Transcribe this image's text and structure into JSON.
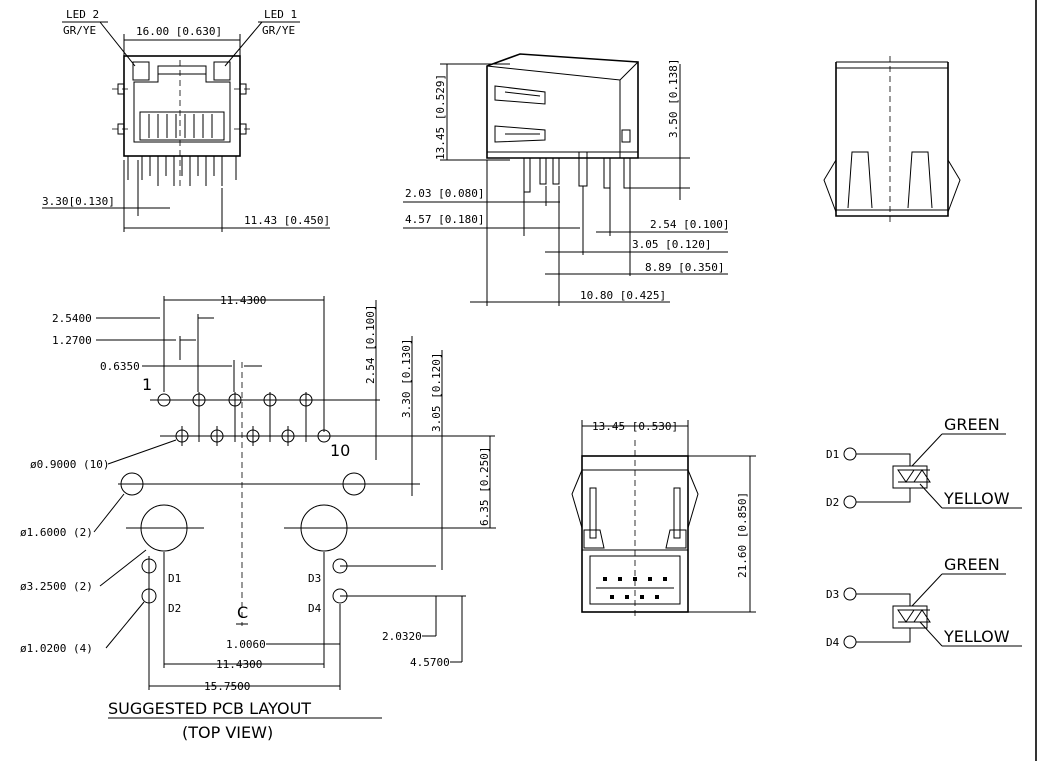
{
  "front_view": {
    "led2_label": "LED 2",
    "led2_color": "GR/YE",
    "led1_label": "LED 1",
    "led1_color": "GR/YE",
    "width_dim": "16.00 [0.630]",
    "left_offset_dim": "3.30[0.130]",
    "pin_span_dim": "11.43 [0.450]"
  },
  "side_view": {
    "height_dim": "13.45 [0.529]",
    "pin_len_dim": "3.50 [0.138]",
    "d1": "2.03 [0.080]",
    "d2": "4.57 [0.180]",
    "d3": "2.54 [0.100]",
    "d4": "3.05 [0.120]",
    "d5": "8.89 [0.350]",
    "d6": "10.80 [0.425]"
  },
  "pcb_layout": {
    "d_2540": "2.5400",
    "d_1270": "1.2700",
    "d_0635": "0.6350",
    "d_top_span": "11.4300",
    "v_254": "2.54 [0.100]",
    "v_330": "3.30 [0.130]",
    "v_305": "3.05 [0.120]",
    "v_635": "6.35 [0.250]",
    "pin1": "1",
    "pin10": "10",
    "hole_090": "ø0.9000 (10)",
    "hole_160": "ø1.6000 (2)",
    "hole_325": "ø3.2500 (2)",
    "hole_102": "ø1.0200 (4)",
    "led_d1": "D1",
    "led_d2": "D2",
    "led_d3": "D3",
    "led_d4": "D4",
    "center_mark": "C",
    "d_1006": "1.0060",
    "d_bottom_span": "11.4300",
    "d_total": "15.7500",
    "d_2032": "2.0320",
    "d_4570": "4.5700",
    "title": "SUGGESTED PCB LAYOUT",
    "subtitle": "(TOP VIEW)"
  },
  "bottom_view": {
    "width_dim": "13.45 [0.530]",
    "height_dim": "21.60 [0.850]"
  },
  "led_schematic": {
    "top": {
      "pin_a": "D1",
      "pin_b": "D2",
      "green": "GREEN",
      "yellow": "YELLOW"
    },
    "bottom": {
      "pin_a": "D3",
      "pin_b": "D4",
      "green": "GREEN",
      "yellow": "YELLOW"
    }
  }
}
